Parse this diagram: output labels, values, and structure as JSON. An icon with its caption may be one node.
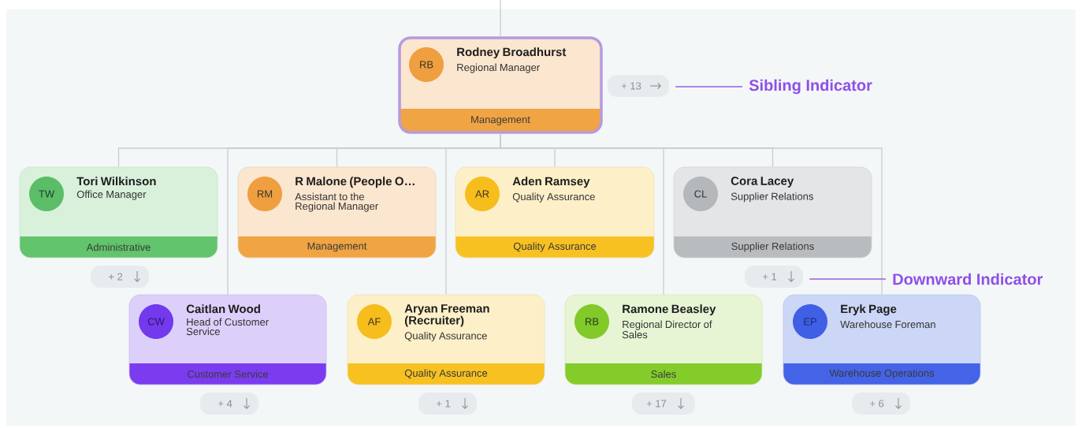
{
  "diagram": {
    "nodes": [
      {
        "text": [
          "RB",
          "Rodney Broadhurst",
          "Regional Manager",
          "Management"
        ]
      },
      {
        "text": [
          "TW",
          "Tori Wilkinson",
          "Office Manager",
          "Administrative"
        ]
      },
      {
        "text": [
          "RM",
          "R Malone (People O…",
          "Assistant to the Regional Manager",
          "Management"
        ]
      },
      {
        "text": [
          "AR",
          "Aden Ramsey",
          "Quality Assurance",
          "Quality Assurance"
        ]
      },
      {
        "text": [
          "CL",
          "Cora Lacey",
          "Supplier Relations",
          "Supplier Relations"
        ]
      },
      {
        "text": [
          "CW",
          "Caitlan Wood",
          "Head of Customer Service",
          "Customer Service"
        ]
      },
      {
        "text": [
          "AF",
          "Aryan Freeman (Recruiter)",
          "Quality Assurance",
          "Quality Assurance"
        ]
      },
      {
        "text": [
          "RB",
          "Ramone Beasley",
          "Regional Director of Sales",
          "Sales"
        ]
      },
      {
        "text": [
          "EP",
          "Eryk Page",
          "Warehouse Foreman",
          "Warehouse Operations"
        ]
      },
      {
        "text": [
          "+ 13"
        ]
      },
      {
        "text": [
          "+ 2"
        ]
      },
      {
        "text": [
          "+ 1"
        ]
      },
      {
        "text": [
          "+ 4"
        ]
      },
      {
        "text": [
          "+ 1"
        ]
      },
      {
        "text": [
          "+ 17"
        ]
      },
      {
        "text": [
          "+ 6"
        ]
      },
      {
        "text": [
          "Sibling Indicator"
        ]
      },
      {
        "text": [
          "Downward Indicator"
        ]
      }
    ],
    "edges": [
      {
        "from": null,
        "to": 0,
        "arrow": "none"
      },
      {
        "from": 0,
        "to": 1,
        "arrow": "none"
      },
      {
        "from": 0,
        "to": 5,
        "arrow": "none"
      },
      {
        "from": 0,
        "to": 2,
        "arrow": "none"
      },
      {
        "from": 0,
        "to": 6,
        "arrow": "none"
      },
      {
        "from": 0,
        "to": 3,
        "arrow": "none"
      },
      {
        "from": 0,
        "to": 7,
        "arrow": "none"
      },
      {
        "from": 0,
        "to": 4,
        "arrow": "none"
      },
      {
        "from": 0,
        "to": 8,
        "arrow": "none"
      },
      {
        "from": 16,
        "to": 9,
        "arrow": "none",
        "color": "#9b5de5"
      },
      {
        "from": 17,
        "to": 11,
        "arrow": "none",
        "color": "#9b5de5"
      }
    ]
  }
}
